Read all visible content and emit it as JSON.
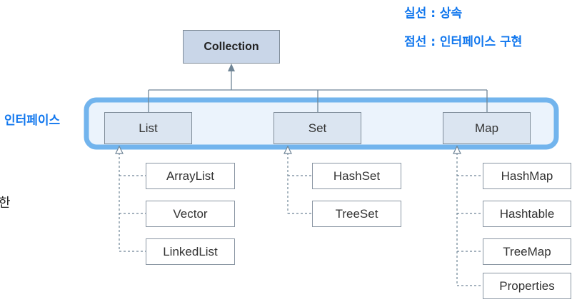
{
  "root": {
    "label": "Collection"
  },
  "interfaces": [
    {
      "key": "list",
      "label": "List"
    },
    {
      "key": "set",
      "label": "Set"
    },
    {
      "key": "map",
      "label": "Map"
    }
  ],
  "implementations": {
    "list": [
      "ArrayList",
      "Vector",
      "LinkedList"
    ],
    "set": [
      "HashSet",
      "TreeSet"
    ],
    "map": [
      "HashMap",
      "Hashtable",
      "TreeMap",
      "Properties"
    ]
  },
  "annotations": {
    "solid_line": "실선 : 상속",
    "dashed_line": "점선 : 인터페이스 구현",
    "interface_label": "인터페이스",
    "side_char": "한"
  },
  "colors": {
    "highlight": "#5aa7ea",
    "handwriting": "#1177ee",
    "interface_fill": "#dbe5f1",
    "root_fill": "#c9d6e8",
    "line": "#6f8596"
  }
}
